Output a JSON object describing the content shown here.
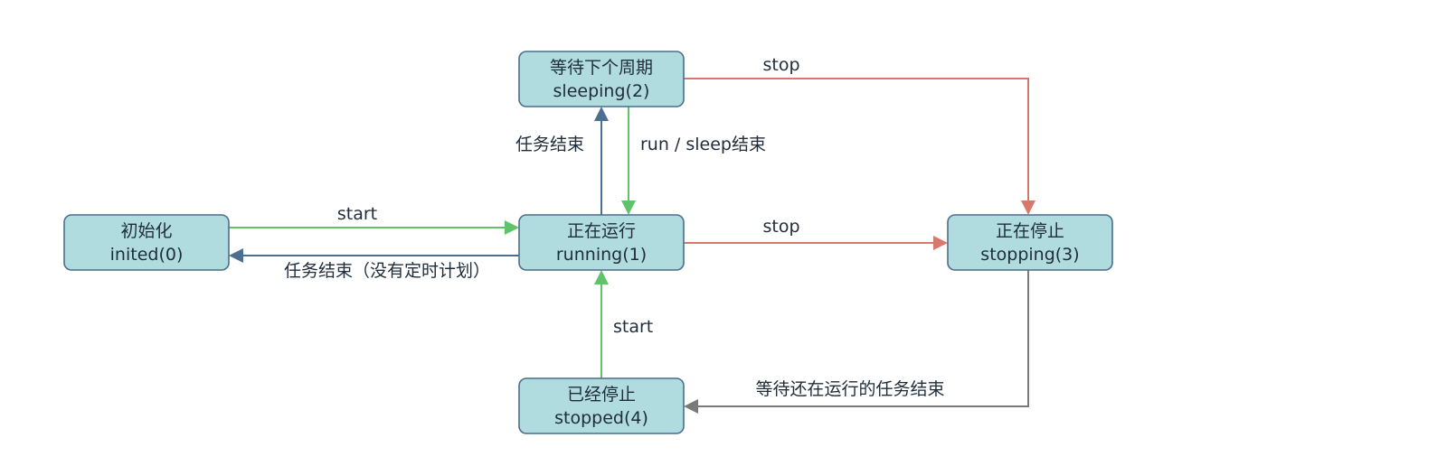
{
  "nodes": {
    "inited": {
      "line1": "初始化",
      "line2": "inited(0)"
    },
    "running": {
      "line1": "正在运行",
      "line2": "running(1)"
    },
    "sleeping": {
      "line1": "等待下个周期",
      "line2": "sleeping(2)"
    },
    "stopping": {
      "line1": "正在停止",
      "line2": "stopping(3)"
    },
    "stopped": {
      "line1": "已经停止",
      "line2": "stopped(4)"
    }
  },
  "edges": {
    "inited_to_running": {
      "label": "start",
      "color": "#5fc36a"
    },
    "running_to_inited": {
      "label": "任务结束（没有定时计划）",
      "color": "#4c6e91"
    },
    "running_to_sleeping": {
      "label": "任务结束",
      "color": "#4c6e91"
    },
    "sleeping_to_running": {
      "label": "run / sleep结束",
      "color": "#5fc36a"
    },
    "sleeping_to_stopping": {
      "label": "stop",
      "color": "#d8776c"
    },
    "running_to_stopping": {
      "label": "stop",
      "color": "#d8776c"
    },
    "stopping_to_stopped": {
      "label": "等待还在运行的任务结束",
      "color": "#7a7a7a"
    },
    "stopped_to_running": {
      "label": "start",
      "color": "#5fc36a"
    }
  },
  "colors": {
    "node_fill": "#b0dbdf",
    "node_stroke": "#4a6f8c",
    "text": "#1f2d3a"
  }
}
